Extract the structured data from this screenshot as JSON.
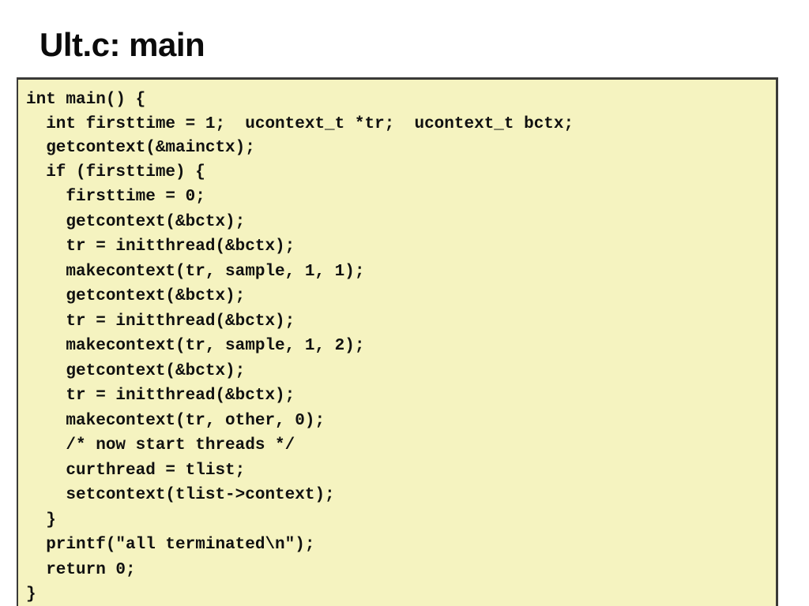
{
  "slide": {
    "title": "Ult.c: main",
    "code_panel": {
      "background_color": "#f5f3c0",
      "border_color": "#3a3a38",
      "language": "c",
      "lines": [
        "int main() {",
        "  int firsttime = 1;  ucontext_t *tr;  ucontext_t bctx;",
        "  getcontext(&mainctx);",
        "  if (firsttime) {",
        "    firsttime = 0;",
        "    getcontext(&bctx);",
        "    tr = initthread(&bctx);",
        "    makecontext(tr, sample, 1, 1);",
        "    getcontext(&bctx);",
        "    tr = initthread(&bctx);",
        "    makecontext(tr, sample, 1, 2);",
        "    getcontext(&bctx);",
        "    tr = initthread(&bctx);",
        "    makecontext(tr, other, 0);",
        "    /* now start threads */",
        "    curthread = tlist;",
        "    setcontext(tlist->context);",
        "  }",
        "  printf(\"all terminated\\n\");",
        "  return 0;",
        "}"
      ]
    }
  }
}
